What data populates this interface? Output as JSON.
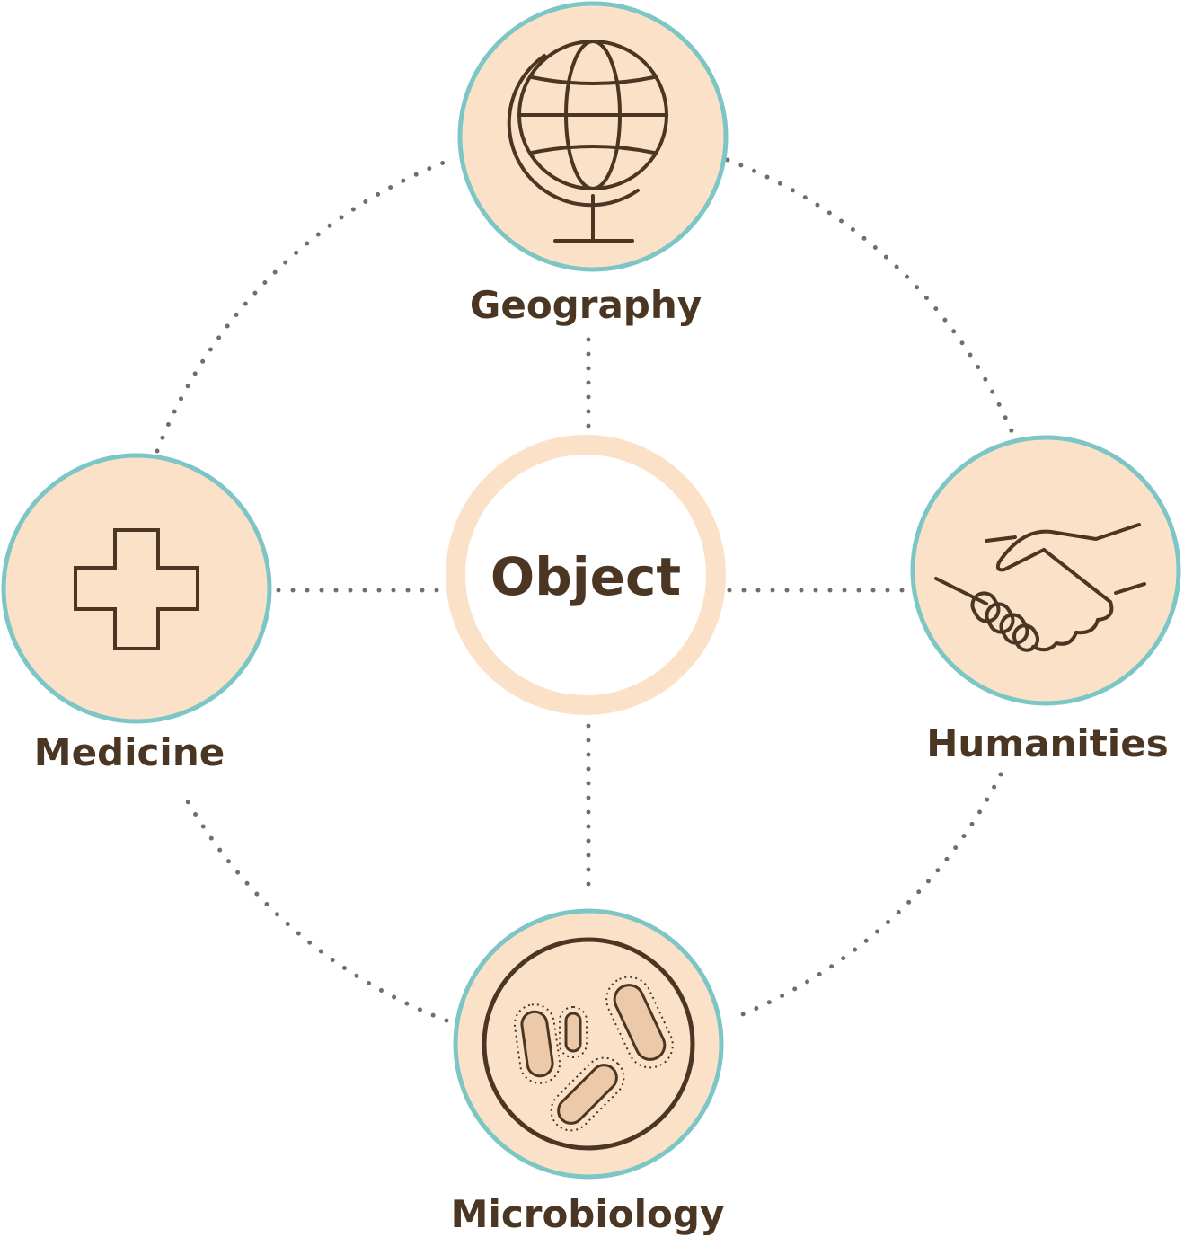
{
  "center": {
    "label": "Object"
  },
  "nodes": [
    {
      "id": "geography",
      "label": "Geography",
      "icon": "globe-icon"
    },
    {
      "id": "humanities",
      "label": "Humanities",
      "icon": "handshake-icon"
    },
    {
      "id": "microbiology",
      "label": "Microbiology",
      "icon": "bacteria-icon"
    },
    {
      "id": "medicine",
      "label": "Medicine",
      "icon": "medical-cross-icon"
    }
  ],
  "colors": {
    "text": "#4a3622",
    "node_fill": "#fbe1c8",
    "node_border": "#7cc6c6",
    "center_ring": "#fbe1c8",
    "connector": "#6e6e6e",
    "icon_fill": "#ecc9a8"
  }
}
